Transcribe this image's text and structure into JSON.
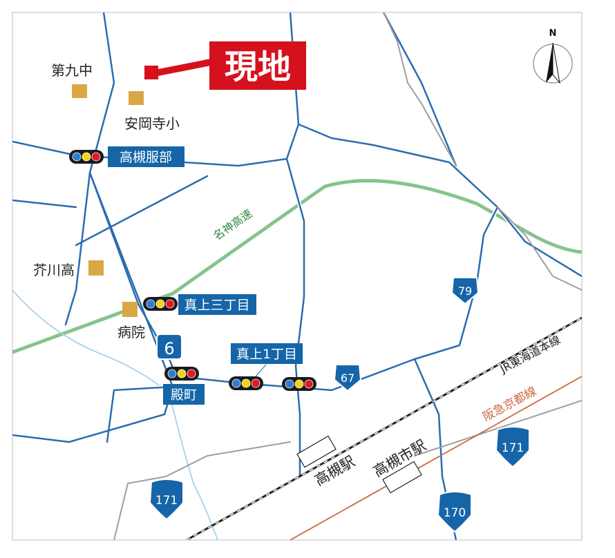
{
  "site_label": "現地",
  "schools": [
    "第九中",
    "安岡寺小",
    "芥川高"
  ],
  "hospital": "病院",
  "intersections": {
    "hattori": "高槻服部",
    "shinkami3": "真上三丁目",
    "shinkami1": "真上1丁目",
    "tonomachi": "殿町"
  },
  "expressway": "名神高速",
  "railways": {
    "jr": "JR東海道本線",
    "hankyu": "阪急京都線"
  },
  "stations": {
    "jr_takatsuki": "高槻駅",
    "hankyu_takatsukishi": "高槻市駅"
  },
  "routes": [
    "6",
    "67",
    "79",
    "171",
    "171",
    "170"
  ],
  "compass": "N",
  "colors": {
    "road": "#2b6cb0",
    "label_bg": "#1565a8",
    "site_red": "#d6111e",
    "expressway": "#86c38f",
    "hankyu": "#c8683f",
    "school": "#d9a845"
  }
}
